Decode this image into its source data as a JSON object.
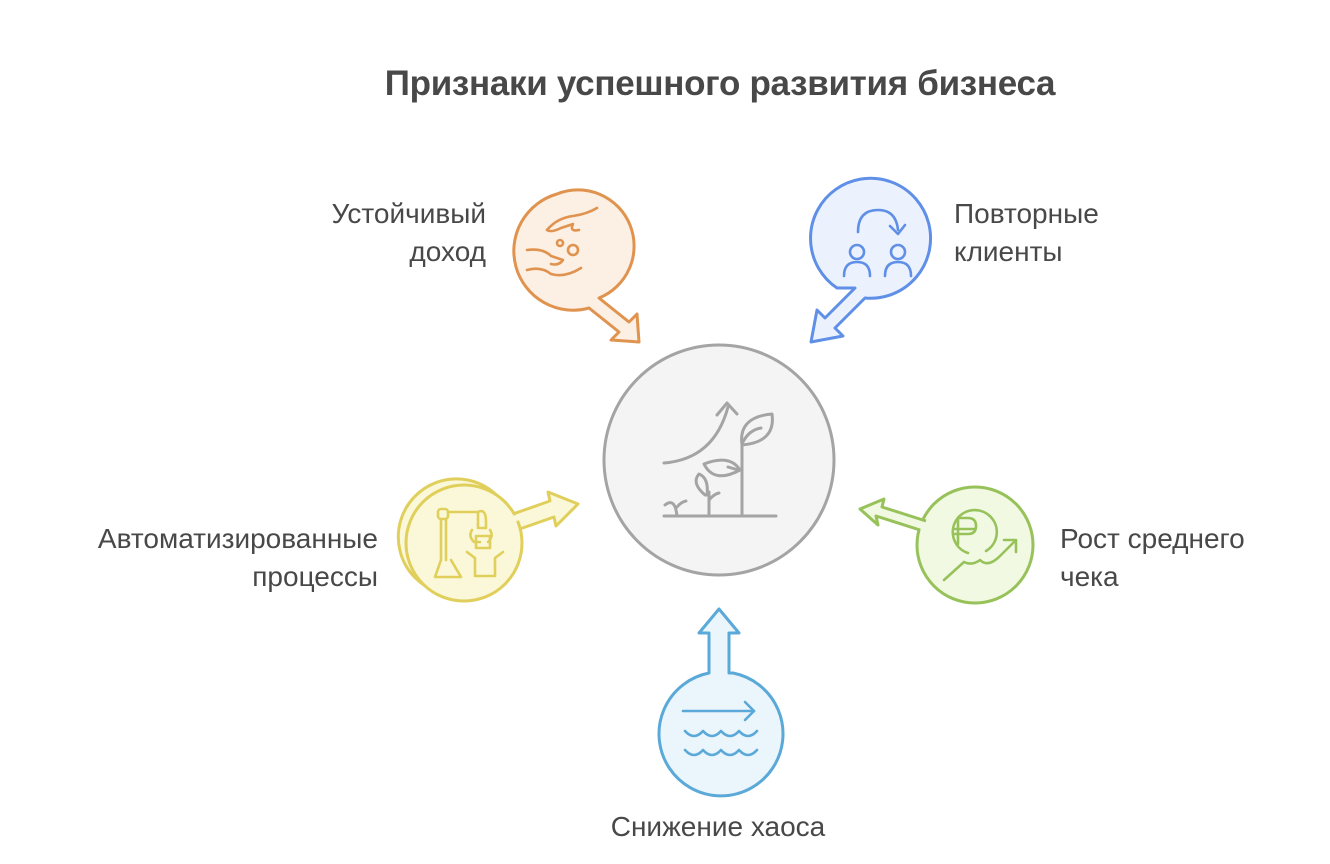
{
  "title": "Признаки успешного развития бизнеса",
  "center": {
    "icon": "plant-growth-icon",
    "fill": "#f4f4f4",
    "stroke": "#a4a4a4"
  },
  "nodes": [
    {
      "id": "stable-income",
      "lines": [
        "Устойчивый",
        "доход"
      ],
      "icon": "hands-coins-icon",
      "fill": "#fcefe3",
      "stroke": "#e0934f"
    },
    {
      "id": "repeat-clients",
      "lines": [
        "Повторные",
        "клиенты"
      ],
      "icon": "users-cycle-icon",
      "fill": "#ecf2fd",
      "stroke": "#5f8fe6"
    },
    {
      "id": "automated-processes",
      "lines": [
        "Автоматизированные",
        "процессы"
      ],
      "icon": "robot-arm-icon",
      "fill": "#fbf8d9",
      "stroke": "#e0cf5a"
    },
    {
      "id": "avg-check-growth",
      "lines": [
        "Рост среднего",
        "чека"
      ],
      "icon": "ruble-growth-icon",
      "fill": "#f2f9e3",
      "stroke": "#97c25a"
    },
    {
      "id": "chaos-reduction",
      "lines": [
        "Снижение хаоса"
      ],
      "icon": "calm-waves-icon",
      "fill": "#eaf5fc",
      "stroke": "#5aa9d8"
    }
  ]
}
